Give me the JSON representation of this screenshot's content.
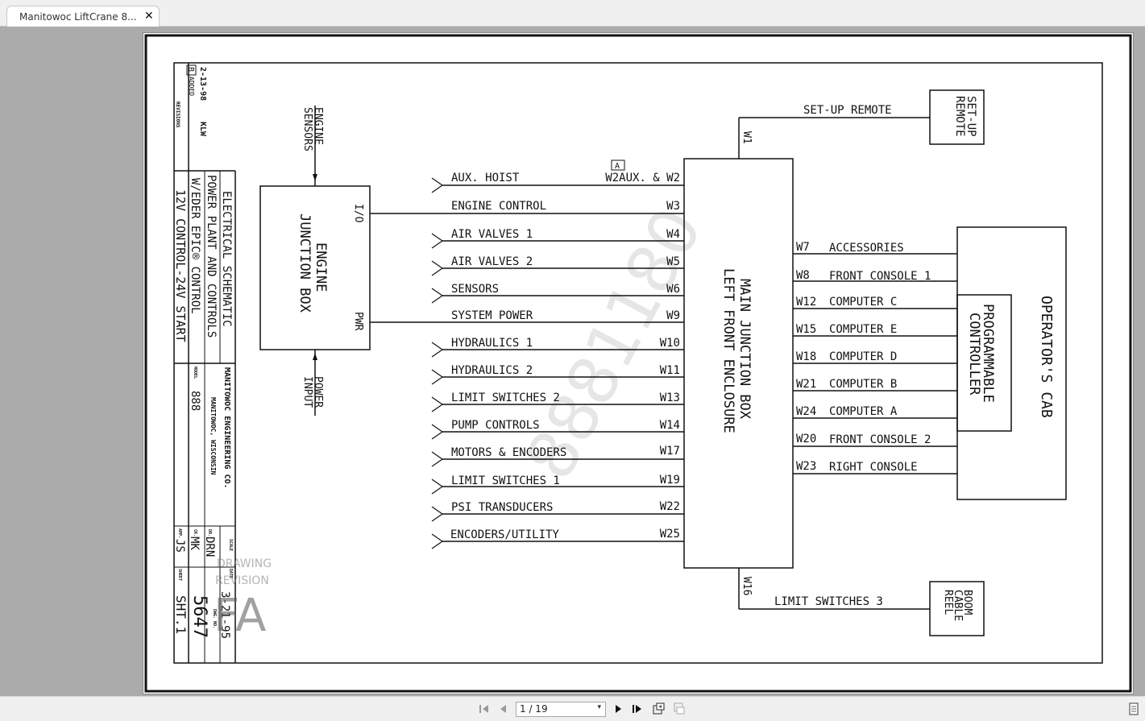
{
  "tab": {
    "title": "Manitowoc LiftCrane 8...",
    "close": "✕"
  },
  "toolbar": {
    "page_value": "1 / 19",
    "caret": "▾"
  },
  "drawing": {
    "revisions": {
      "rev_letter": "B",
      "rev_date": "2-13-98",
      "rev_by": "KLW",
      "rev_desc": "ADDED",
      "header": "REVISIONS"
    },
    "title_block": {
      "line1": "ELECTRICAL SCHEMATIC",
      "line2": "POWER PLANT AND CONTROLS",
      "line3": "W/EDER EPIC® CONTROL",
      "line4": "12V CONTROL-24V START",
      "company": "MANITOWOC ENGINEERING CO.",
      "location": "MANITOWOC, WISCONSIN",
      "model_label": "MODEL",
      "model": "888",
      "scale_label": "SCALE",
      "dr_label": "DR.",
      "dr": "DRN",
      "ck_label": "CK.",
      "ck": "MK",
      "app_label": "APP.",
      "app": "JS",
      "date_label": "DATE",
      "date": "3-21-95",
      "dwg_label": "DWG. NO.",
      "dwg": "5647",
      "sheet_label": "SHEET",
      "sheet": "SHT.1"
    },
    "stamp": {
      "line1": "DRAWING",
      "line2": "REVISION",
      "letters": "FA"
    },
    "watermark": "8881180",
    "engine_box": {
      "title1": "ENGINE",
      "title2": "JUNCTION BOX",
      "io": "I/O",
      "pwr": "PWR",
      "sensors1": "ENGINE",
      "sensors2": "SENSORS",
      "power1": "POWER",
      "power2": "INPUT"
    },
    "main_box": {
      "title1": "MAIN JUNCTION BOX",
      "title2": "LEFT FRONT ENCLOSURE"
    },
    "rev_marker": "A",
    "left_harnesses": [
      {
        "label": "AUX. HOIST",
        "wire": "W2AUX. & W2",
        "connector": true
      },
      {
        "label": "ENGINE CONTROL",
        "wire": "W3",
        "connector": false
      },
      {
        "label": "AIR VALVES 1",
        "wire": "W4",
        "connector": true
      },
      {
        "label": "AIR VALVES 2",
        "wire": "W5",
        "connector": true
      },
      {
        "label": "SENSORS",
        "wire": "W6",
        "connector": true
      },
      {
        "label": "SYSTEM POWER",
        "wire": "W9",
        "connector": false
      },
      {
        "label": "HYDRAULICS 1",
        "wire": "W10",
        "connector": true
      },
      {
        "label": "HYDRAULICS 2",
        "wire": "W11",
        "connector": true
      },
      {
        "label": "LIMIT SWITCHES 2",
        "wire": "W13",
        "connector": true
      },
      {
        "label": "PUMP CONTROLS",
        "wire": "W14",
        "connector": true
      },
      {
        "label": "MOTORS & ENCODERS",
        "wire": "W17",
        "connector": true
      },
      {
        "label": "LIMIT SWITCHES 1",
        "wire": "W19",
        "connector": true
      },
      {
        "label": "PSI TRANSDUCERS",
        "wire": "W22",
        "connector": true
      },
      {
        "label": "ENCODERS/UTILITY",
        "wire": "W25",
        "connector": true
      }
    ],
    "right_harnesses": [
      {
        "wire": "W7",
        "label": "ACCESSORIES"
      },
      {
        "wire": "W8",
        "label": "FRONT CONSOLE 1"
      },
      {
        "wire": "W12",
        "label": "COMPUTER C"
      },
      {
        "wire": "W15",
        "label": "COMPUTER E"
      },
      {
        "wire": "W18",
        "label": "COMPUTER D"
      },
      {
        "wire": "W21",
        "label": "COMPUTER B"
      },
      {
        "wire": "W24",
        "label": "COMPUTER A"
      },
      {
        "wire": "W20",
        "label": "FRONT CONSOLE 2"
      },
      {
        "wire": "W23",
        "label": "RIGHT CONSOLE"
      }
    ],
    "setup_remote": {
      "wire": "W1",
      "label": "SET-UP REMOTE",
      "box1": "SET-UP",
      "box2": "REMOTE"
    },
    "boom_reel": {
      "wire": "W16",
      "label": "LIMIT SWITCHES 3",
      "box1": "BOOM",
      "box2": "CABLE",
      "box3": "REEL"
    },
    "operators_cab": "OPERATOR'S CAB",
    "controller": {
      "line1": "PROGRAMMABLE",
      "line2": "CONTROLLER"
    }
  }
}
